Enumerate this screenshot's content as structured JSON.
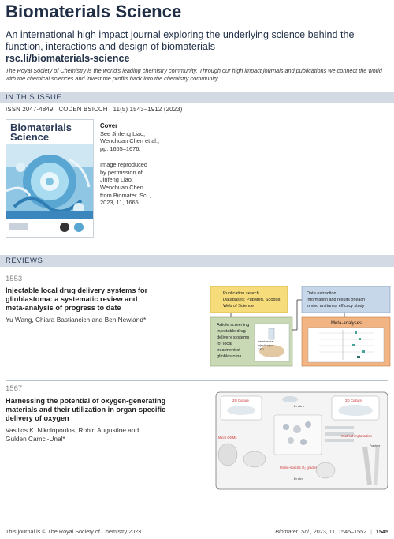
{
  "header": {
    "journal_title": "Biomaterials Science",
    "tagline": "An international high impact journal exploring the underlying science behind the function, interactions and design of biomaterials",
    "url": "rsc.li/biomaterials-science",
    "statement": "The Royal Society of Chemistry is the world's leading chemistry community. Through our high impact journals and publications we connect the world with the chemical sciences and invest the profits back into the chemistry community."
  },
  "issue_section": {
    "heading": "IN THIS ISSUE",
    "issn": "ISSN 2047-4849",
    "coden": "CODEN BSICCH",
    "volume": "11(5) 1543–1912 (2023)"
  },
  "cover": {
    "image_title": "Biomaterials Science",
    "caption_title": "Cover",
    "caption_line1": "See Jinfeng Liao,",
    "caption_line2": "Wenchuan Chen et al.,",
    "caption_line3": "pp. 1665–1676.",
    "credit_line1": "Image reproduced",
    "credit_line2": "by permission of",
    "credit_line3": "Jinfeng Liao,",
    "credit_line4": "Wenchuan Chen",
    "credit_line5": "from Biomater. Sci.,",
    "credit_line6": "2023, 11, 1665."
  },
  "reviews_section": {
    "heading": "REVIEWS",
    "articles": [
      {
        "page": "1553",
        "title_line1": "Injectable local drug delivery systems for",
        "title_line2": "glioblastoma: a systematic review and",
        "title_line3": "meta-analysis of progress to date",
        "authors": "Yu Wang, Chiara Bastiancich and Ben Newland*",
        "toc": {
          "box1": [
            "Publication search",
            "Databases: PubMed, Scopus,",
            "Web of Science"
          ],
          "box2": [
            "Article screening",
            "Injectable drug",
            "delivery systems",
            "for local",
            "treatment of",
            "glioblastoma"
          ],
          "box3": [
            "Data extraction",
            "Information and results of each",
            "in vivo antitumor efficacy study"
          ],
          "box4": "Meta-analyses",
          "inset": [
            "Intratumoral",
            "injection (or",
            "CED"
          ]
        }
      },
      {
        "page": "1567",
        "title_line1": "Harnessing the potential of oxygen-generating",
        "title_line2": "materials and their utilization in organ-specific",
        "title_line3": "delivery of oxygen",
        "authors_line1": "Vasilios K. Nikolopoulos, Robin Augustine and",
        "authors_line2": "Gulden Camci-Unal*",
        "toc": {
          "label_2d": "2D Culture",
          "label_3d": "3D Culture",
          "label_invitro": "In vitro",
          "label_invivo": "In vivo",
          "label_micro": "Micro OGMs",
          "label_scaffold": "Scaffold implantation",
          "label_flame": "Flame-specific O₂ gradients",
          "label_fracture": "Fracture"
        }
      }
    ]
  },
  "footer": {
    "left": "This journal is © The Royal Society of Chemistry 2023",
    "right_italic": "Biomater. Sci.",
    "right_rest": ", 2023, 11, 1545–1552",
    "page": "1545"
  },
  "colors": {
    "navy": "#1f2d45",
    "section_bar": "#d3dae4",
    "toc_yellow": "#f6dc7a",
    "toc_green": "#c9d9b5",
    "toc_blue": "#c7d7ea",
    "toc_orange": "#f3b483"
  }
}
